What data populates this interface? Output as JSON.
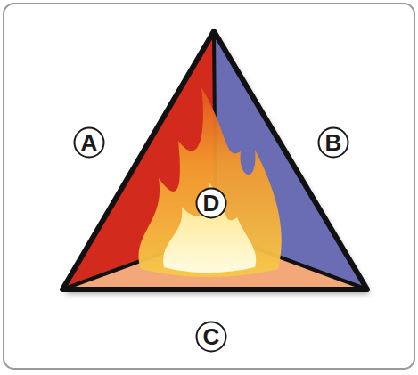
{
  "diagram": {
    "nodes": [
      {
        "text": [
          "A"
        ]
      },
      {
        "text": [
          "B"
        ]
      },
      {
        "text": [
          "D"
        ]
      },
      {
        "text": [
          "C"
        ]
      }
    ]
  }
}
